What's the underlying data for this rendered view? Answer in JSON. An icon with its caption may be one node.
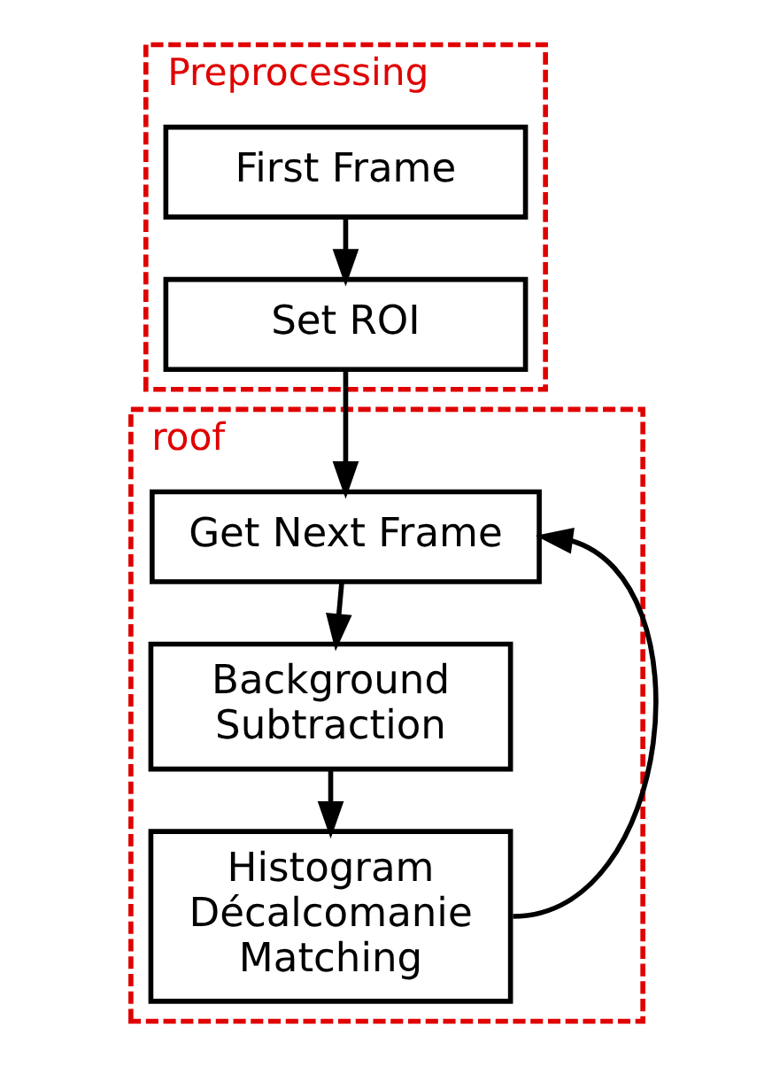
{
  "diagram": {
    "nodes": [
      {
        "text": [
          "Preprocessing"
        ]
      },
      {
        "text": [
          "First Frame"
        ],
        "in": 0
      },
      {
        "text": [
          "Set ROI"
        ],
        "in": 0
      },
      {
        "text": [
          "roof"
        ]
      },
      {
        "text": [
          "Get Next Frame"
        ],
        "in": 3
      },
      {
        "text": [
          "Background Subtraction"
        ],
        "in": 3
      },
      {
        "text": [
          "Histogram Décalcomanie Matching"
        ],
        "in": 3
      }
    ],
    "edges": [
      {
        "from": 1,
        "to": 2,
        "arrow": "to"
      },
      {
        "from": 2,
        "to": 4,
        "arrow": "to"
      },
      {
        "from": 4,
        "to": 5,
        "arrow": "to"
      },
      {
        "from": 5,
        "to": 6,
        "arrow": "to"
      },
      {
        "from": 6,
        "to": 4,
        "arrow": "to"
      }
    ]
  }
}
